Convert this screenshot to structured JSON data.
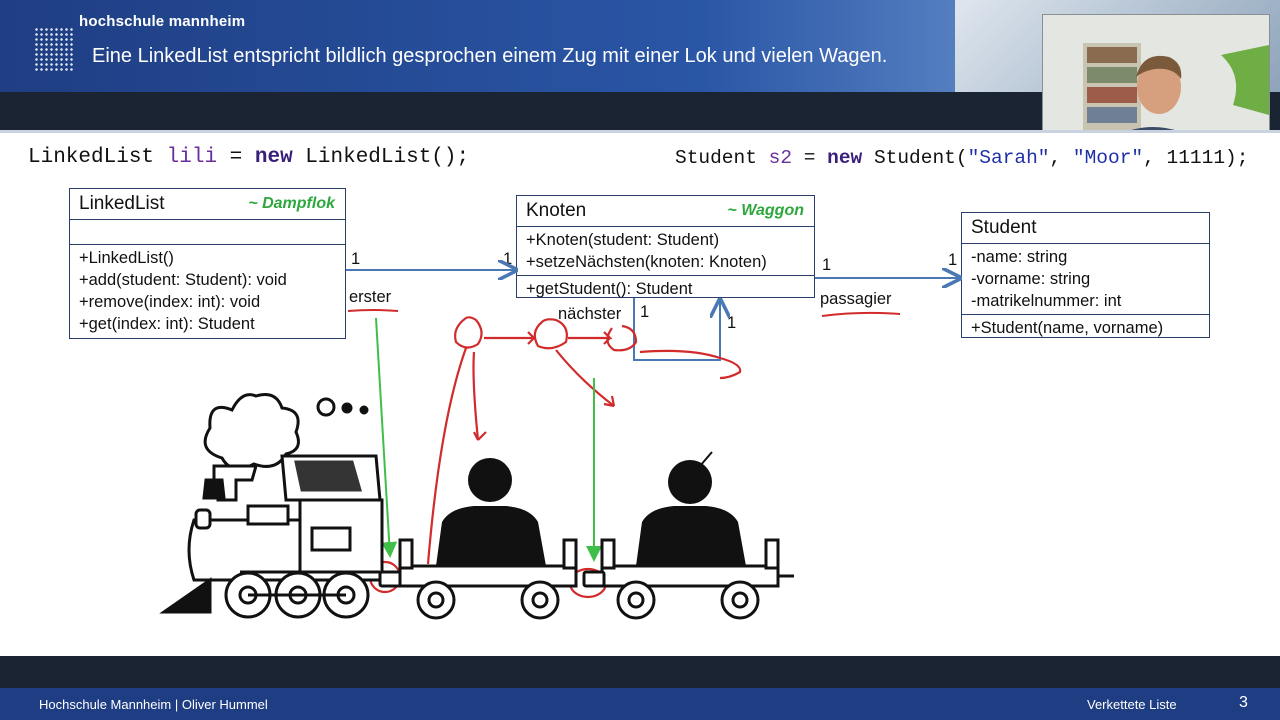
{
  "header": {
    "logo_text": "hochschule mannheim",
    "title": "Eine LinkedList entspricht bildlich gesprochen einem Zug mit einer Lok und vielen Wagen."
  },
  "code": {
    "line1": {
      "type": "LinkedList",
      "var": "lili",
      "eq": " = ",
      "kw": "new",
      "rest": " LinkedList();"
    },
    "line2": {
      "type": "Student",
      "var": "s2",
      "eq": " = ",
      "kw": "new",
      "ctor": " Student(",
      "s1": "\"Sarah\"",
      "c1": ", ",
      "s2": "\"Moor\"",
      "end": ", 11111);"
    }
  },
  "uml": {
    "linkedlist": {
      "name": "LinkedList",
      "stereotype": "~ Dampflok",
      "methods": [
        "+LinkedList()",
        "+add(student: Student): void",
        "+remove(index: int): void",
        "+get(index: int): Student"
      ]
    },
    "knoten": {
      "name": "Knoten",
      "stereotype": "~ Waggon",
      "methods_a": [
        "+Knoten(student: Student)",
        "+setzeNächsten(knoten: Knoten)"
      ],
      "methods_b": [
        "+getStudent(): Student"
      ]
    },
    "student": {
      "name": "Student",
      "attributes": [
        "-name: string",
        "-vorname: string",
        "-matrikelnummer: int"
      ],
      "methods": [
        "+Student(name, vorname)"
      ]
    }
  },
  "associations": {
    "erster": {
      "label": "erster",
      "m_left": "1",
      "m_right": "1"
    },
    "passagier": {
      "label": "passagier",
      "m_left": "1",
      "m_right": "1"
    },
    "naechster": {
      "label": "nächster",
      "m_a": "1",
      "m_b": "1"
    }
  },
  "footer": {
    "left": "Hochschule Mannheim | Oliver Hummel",
    "center": "Verkettete Liste",
    "page": "3"
  },
  "colors": {
    "header_blue": "#1f3e83",
    "dark_bar": "#1a2433",
    "stereotype_green": "#2ea83d",
    "annotation_red": "#d12b2b",
    "annotation_green": "#3fbf4a",
    "arrow_blue": "#4a78b5"
  }
}
